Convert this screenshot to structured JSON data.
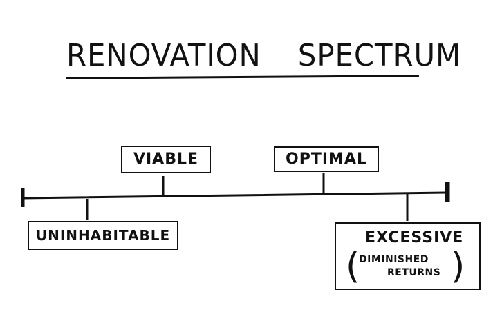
{
  "title": {
    "word1": "Renovation",
    "word2": "Spectrum"
  },
  "spectrum": {
    "labels": {
      "viable": "VIABLE",
      "optimal": "OPTIMAL",
      "uninhabitable": "UNINHABITABLE",
      "excessive": "EXCESSIVE",
      "excessive_note_line1": "DIMINISHED",
      "excessive_note_line2": "RETURNS"
    }
  },
  "colors": {
    "ink": "#111111",
    "background": "#ffffff"
  }
}
